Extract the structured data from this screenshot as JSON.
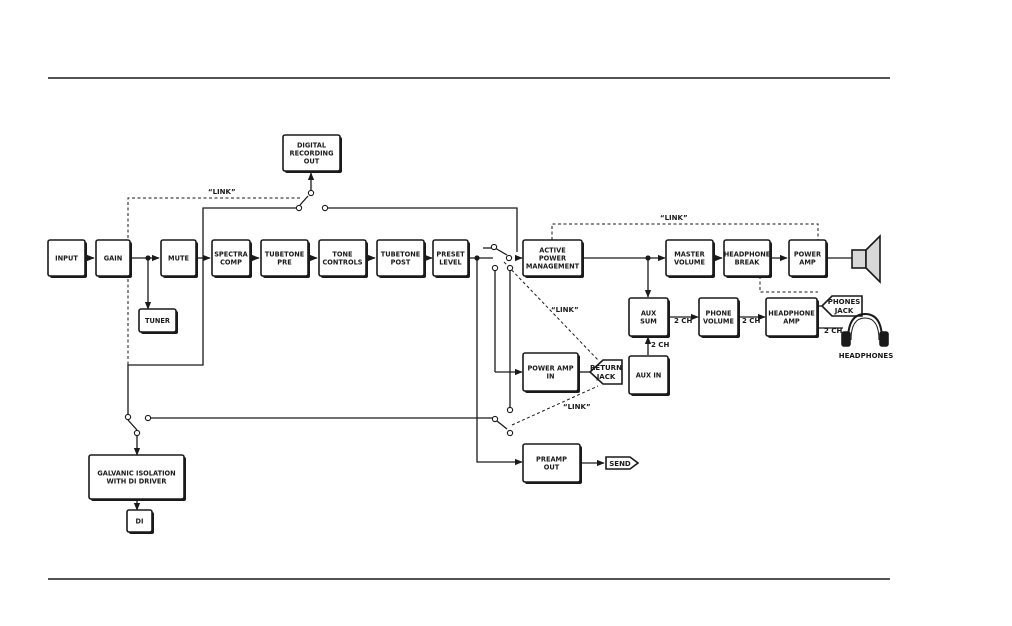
{
  "colors": {
    "ink": "#1a1a1a",
    "background": "#ffffff"
  },
  "blocks": {
    "input": [
      "INPUT"
    ],
    "gain": [
      "GAIN"
    ],
    "mute": [
      "MUTE"
    ],
    "tuner": [
      "TUNER"
    ],
    "spectra_comp": [
      "SPECTRA",
      "COMP"
    ],
    "tubetone_pre": [
      "TUBETONE",
      "PRE"
    ],
    "tone_controls": [
      "TONE",
      "CONTROLS"
    ],
    "tubetone_post": [
      "TUBETONE",
      "POST"
    ],
    "preset_level": [
      "PRESET",
      "LEVEL"
    ],
    "digital_recording_out": [
      "DIGITAL",
      "RECORDING",
      "OUT"
    ],
    "active_power_management": [
      "ACTIVE",
      "POWER",
      "MANAGEMENT"
    ],
    "master_volume": [
      "MASTER",
      "VOLUME"
    ],
    "headphone_break": [
      "HEADPHONE",
      "BREAK"
    ],
    "power_amp": [
      "POWER",
      "AMP"
    ],
    "aux_sum": [
      "AUX",
      "SUM"
    ],
    "phone_volume": [
      "PHONE",
      "VOLUME"
    ],
    "headphone_amp": [
      "HEADPHONE",
      "AMP"
    ],
    "aux_in": [
      "AUX IN"
    ],
    "power_amp_in": [
      "POWER AMP",
      "IN"
    ],
    "preamp_out": [
      "PREAMP",
      "OUT"
    ],
    "galvanic_isolation": [
      "GALVANIC ISOLATION",
      "WITH DI DRIVER"
    ],
    "di": [
      "DI"
    ]
  },
  "tags": {
    "return_jack": [
      "RETURN",
      "JACK"
    ],
    "phones_jack": [
      "PHONES",
      "JACK"
    ],
    "send": [
      "SEND"
    ]
  },
  "labels": {
    "link_top": "“LINK”",
    "link_power": "“LINK”",
    "link_return": "“LINK”",
    "link_bottom": "“LINK”",
    "ch_aux_phone": "2 CH",
    "ch_phone_amp": "2 CH",
    "ch_aux_in": "2 CH",
    "ch_headphones": "2 CH",
    "headphones": "HEADPHONES"
  }
}
